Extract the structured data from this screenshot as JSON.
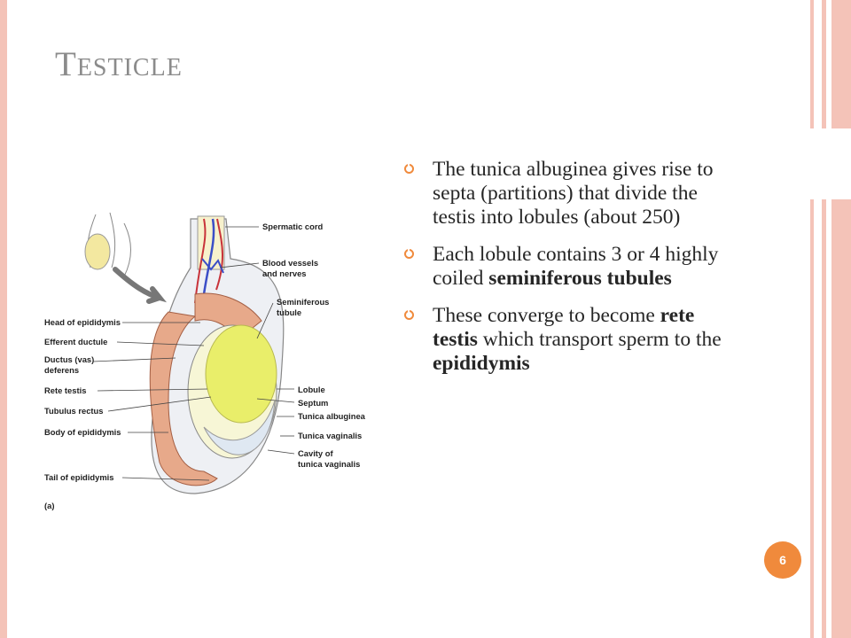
{
  "slide": {
    "title_cap": "T",
    "title_rest": "ESTICLE",
    "page_number": "6"
  },
  "bullets": [
    {
      "text": "The tunica albuginea gives rise to septa (partitions)  that divide the testis into lobules (about 250)",
      "bold_segments": []
    },
    {
      "pre": "Each lobule contains 3 or 4 highly coiled ",
      "bold": "seminiferous tubules",
      "post": ""
    },
    {
      "pre": "These converge to become ",
      "bold": "rete testis",
      "mid": " which transport sperm to the ",
      "bold2": "epididymis"
    }
  ],
  "figure": {
    "labels_left": [
      "Head of epididymis",
      "Efferent ductule",
      "Ductus (vas)",
      "deferens",
      "Rete testis",
      "Tubulus rectus",
      "Body of epididymis",
      "Tail of epididymis"
    ],
    "labels_right": [
      "Spermatic cord",
      "Blood vessels",
      "and nerves",
      "Seminiferous",
      "tubule",
      "Lobule",
      "Septum",
      "Tunica albuginea",
      "Tunica vaginalis",
      "Cavity of",
      "tunica vaginalis"
    ],
    "panel_label": "(a)"
  },
  "colors": {
    "accent": "#f08a3c",
    "rule": "#f4c3b8",
    "title": "#8b8b8b"
  }
}
